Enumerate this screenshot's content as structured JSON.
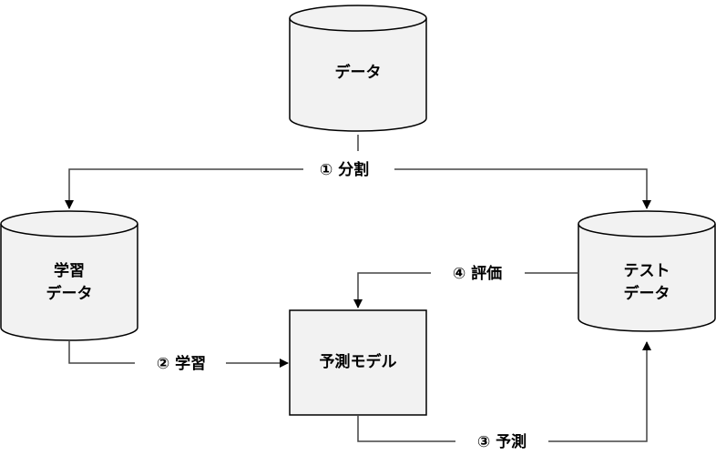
{
  "nodes": {
    "data": {
      "label": "データ"
    },
    "train": {
      "line1": "学習",
      "line2": "データ"
    },
    "test": {
      "line1": "テスト",
      "line2": "データ"
    },
    "model": {
      "label": "予測モデル"
    }
  },
  "edges": {
    "split": "① 分割",
    "learn": "② 学習",
    "predict": "③ 予測",
    "evaluate": "④ 評価"
  },
  "colors": {
    "fill": "#f2f2f2",
    "stroke": "#000000",
    "line": "#444444"
  }
}
